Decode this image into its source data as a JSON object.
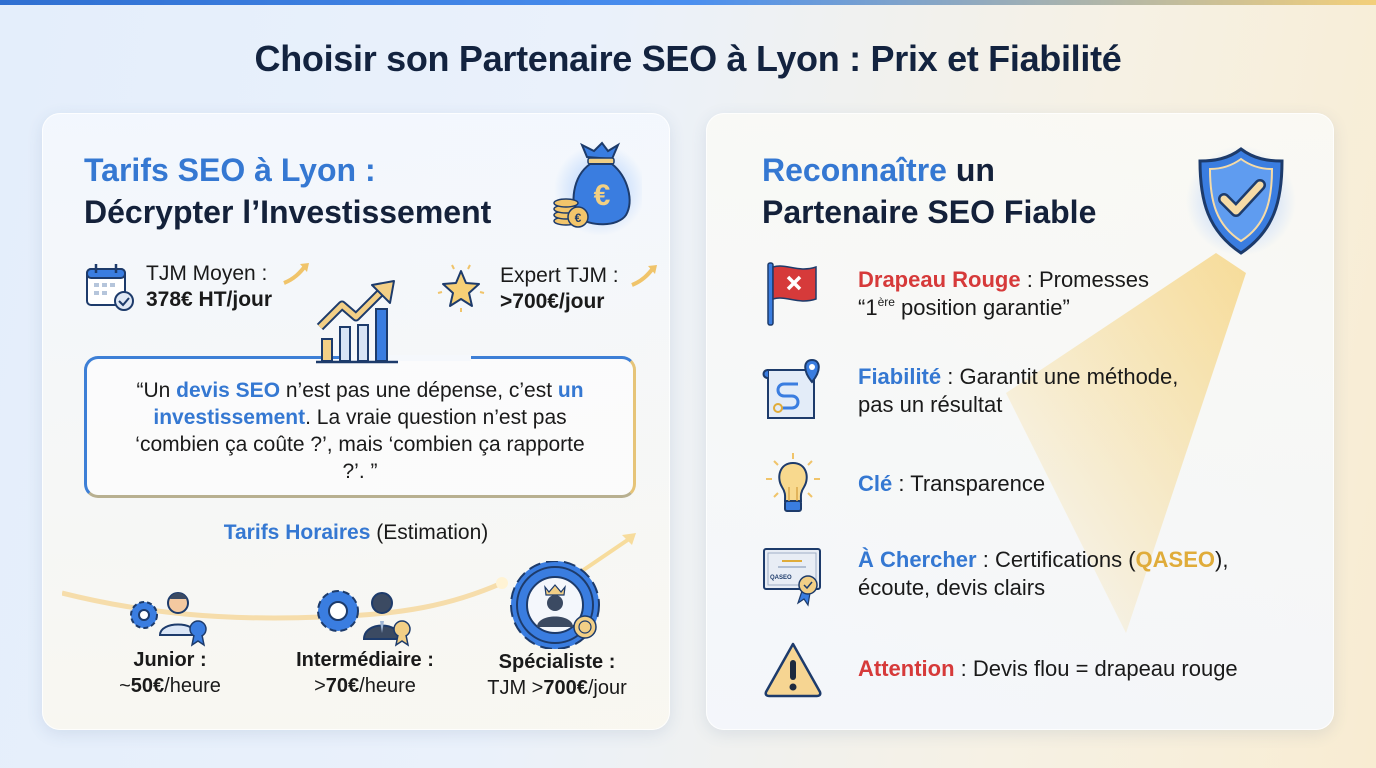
{
  "page": {
    "title": "Choisir son Partenaire SEO à Lyon : Prix et Fiabilité"
  },
  "colors": {
    "accent_blue": "#3578d2",
    "title_dark": "#14213a",
    "alert_red": "#d63a3a",
    "gold": "#e0ac3a"
  },
  "left_card": {
    "heading_line1": "Tarifs SEO à Lyon :",
    "heading_line2": "Décrypter l’Investissement",
    "icon": "money-bag-euro-icon",
    "stats": [
      {
        "icon": "calendar-check-icon",
        "label": "TJM Moyen :",
        "value": "378€ HT/jour"
      },
      {
        "icon": "star-icon",
        "label": "Expert TJM :",
        "value": ">700€/jour"
      }
    ],
    "chart_icon": "growth-chart-icon",
    "quote": {
      "open": "“Un ",
      "hl1": "devis SEO",
      "part2": " n’est pas une dépense, c’est ",
      "hl2": "un investissement",
      "part3": ". La vraie question n’est pas ‘combien ça coûte ?’, mais ‘combien ça rapporte ?’. ”"
    },
    "rates": {
      "title_hl": "Tarifs Horaires",
      "title_rest": " (Estimation)",
      "tiers": [
        {
          "icon": "gear-junior-badge-icon",
          "label": "Junior :",
          "prefix": "~",
          "amount": "50€",
          "unit": "/heure"
        },
        {
          "icon": "gear-intermediate-medal-icon",
          "label": "Intermédiaire :",
          "prefix": ">",
          "amount": "70€",
          "unit": "/heure"
        },
        {
          "icon": "gear-specialist-crown-icon",
          "label": "Spécialiste :",
          "prefix": "TJM >",
          "amount": "700€",
          "unit": "/jour"
        }
      ]
    }
  },
  "right_card": {
    "heading_hl": "Reconnaître",
    "heading_rest1": " un",
    "heading_line2": "Partenaire SEO Fiable",
    "icon": "shield-check-icon",
    "criteria": [
      {
        "icon": "red-flag-icon",
        "key": "Drapeau Rouge",
        "sep": " : ",
        "text1": "Promesses",
        "text2_pre": "“1",
        "text2_sup": "ère",
        "text2_post": " position garantie”"
      },
      {
        "icon": "roadmap-pin-icon",
        "key": "Fiabilité",
        "sep": " : ",
        "text1": "Garantit une méthode,",
        "text2": "pas un résultat"
      },
      {
        "icon": "lightbulb-icon",
        "key": "Clé",
        "sep": " : ",
        "text1": "Transparence"
      },
      {
        "icon": "certificate-icon",
        "key": "À Chercher",
        "sep": " : ",
        "text1_pre": "Certifications (",
        "text1_hl": "QASEO",
        "text1_post": "),",
        "text2": "écoute, devis clairs",
        "cert_label": "QASEO"
      },
      {
        "icon": "warning-triangle-icon",
        "key": "Attention",
        "sep": " : ",
        "text1": "Devis flou = drapeau rouge"
      }
    ]
  }
}
